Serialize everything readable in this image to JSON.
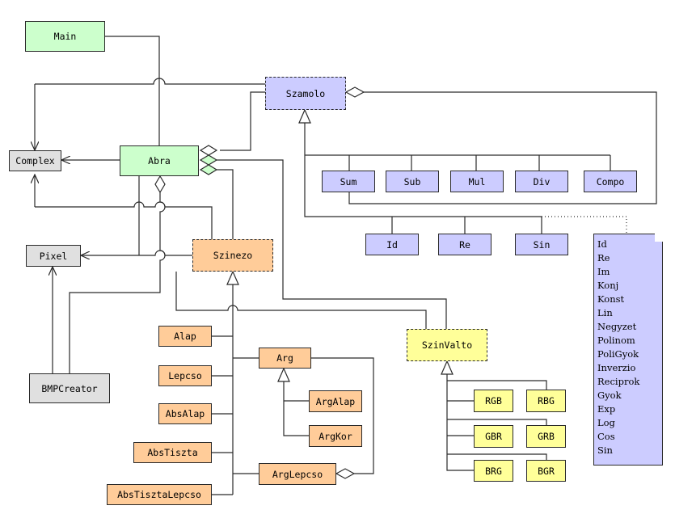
{
  "colors": {
    "main_fill": "#ccffcc",
    "util_fill": "#e0e0e0",
    "calc_fill": "#ccccff",
    "colorer_fill": "#ffcc99",
    "switcher_fill": "#ffff99",
    "line": "#2a2a2a"
  },
  "classes": {
    "main": "Main",
    "complex": "Complex",
    "abra": "Abra",
    "szamolo": "Szamolo",
    "pixel": "Pixel",
    "bmpcreator": "BMPCreator",
    "szinezo": "Szinezo",
    "szinvalto": "SzinValto",
    "sum": "Sum",
    "sub": "Sub",
    "mul": "Mul",
    "div": "Div",
    "compo": "Compo",
    "id": "Id",
    "re": "Re",
    "sin": "Sin",
    "alap": "Alap",
    "lepcso": "Lepcso",
    "absalap": "AbsAlap",
    "abstiszta": "AbsTiszta",
    "abstisztalepcso": "AbsTisztaLepcso",
    "arg": "Arg",
    "argalap": "ArgAlap",
    "argkor": "ArgKor",
    "arglepcso": "ArgLepcso",
    "rgb": "RGB",
    "rbg": "RBG",
    "gbr": "GBR",
    "grb": "GRB",
    "brg": "BRG",
    "bgr": "BGR"
  },
  "note_items": [
    "Id",
    "Re",
    "Im",
    "Konj",
    "Konst",
    "Lin",
    "Negyzet",
    "Polinom",
    "PoliGyok",
    "Inverzio",
    "Reciprok",
    "Gyok",
    "Exp",
    "Log",
    "Cos",
    "Sin"
  ]
}
